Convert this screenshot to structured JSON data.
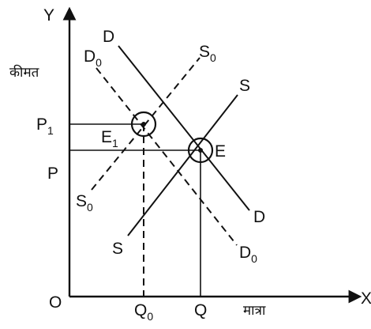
{
  "axes": {
    "y_letter": "Y",
    "x_letter": "X",
    "origin": "O",
    "y_title": "कीमत",
    "x_title": "मात्रा"
  },
  "curves": {
    "demand_new": {
      "label": "D"
    },
    "demand_old": {
      "label": "D",
      "sub": "0"
    },
    "supply_old": {
      "label": "S",
      "sub": "0"
    },
    "supply_new": {
      "label": "S"
    }
  },
  "points": {
    "e1": {
      "label": "E",
      "sub": "1"
    },
    "e": {
      "label": "E"
    }
  },
  "price_ticks": {
    "p1": {
      "label": "P",
      "sub": "1"
    },
    "p": {
      "label": "P"
    }
  },
  "quantity_ticks": {
    "q0": {
      "label": "Q",
      "sub": "0"
    },
    "q": {
      "label": "Q"
    }
  }
}
